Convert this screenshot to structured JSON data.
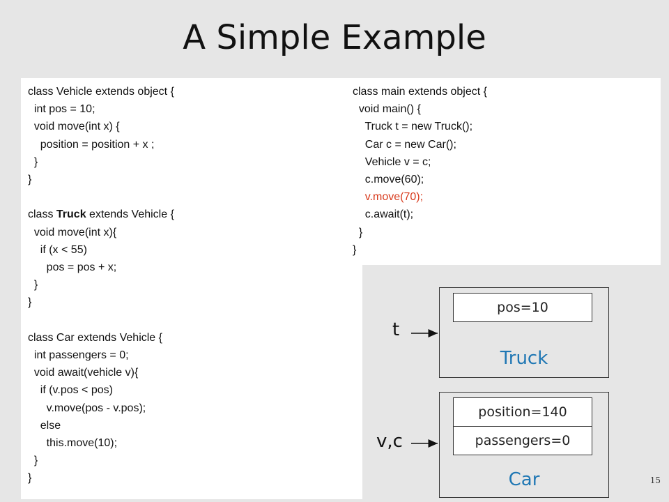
{
  "title": "A Simple Example",
  "left_code": [
    {
      "text": "class Vehicle extends object {"
    },
    {
      "text": "  int pos = 10;"
    },
    {
      "text": "  void move(int x) {"
    },
    {
      "text": "    position = position + x ;"
    },
    {
      "text": "  }"
    },
    {
      "text": "}"
    },
    {
      "text": ""
    },
    {
      "pre": "class ",
      "bold": "Truck",
      "post": " extends Vehicle {"
    },
    {
      "text": "  void move(int x){"
    },
    {
      "text": "    if (x < 55)"
    },
    {
      "text": "      pos = pos + x;"
    },
    {
      "text": "  }"
    },
    {
      "text": "}"
    },
    {
      "text": ""
    },
    {
      "text": "class Car extends Vehicle {"
    },
    {
      "text": "  int passengers = 0;"
    },
    {
      "text": "  void await(vehicle v){"
    },
    {
      "text": "    if (v.pos < pos)"
    },
    {
      "text": "      v.move(pos - v.pos);"
    },
    {
      "text": "    else"
    },
    {
      "text": "      this.move(10);"
    },
    {
      "text": "  }"
    },
    {
      "text": "}"
    }
  ],
  "right_code": [
    {
      "text": "class main extends object {"
    },
    {
      "text": "  void main() {"
    },
    {
      "text": "    Truck t = new Truck();"
    },
    {
      "text": "    Car c = new Car();"
    },
    {
      "text": "    Vehicle v = c;"
    },
    {
      "text": "    c.move(60);"
    },
    {
      "text": "    v.move(70);",
      "highlight": true
    },
    {
      "text": "    c.await(t);"
    },
    {
      "text": "  }"
    },
    {
      "text": "}"
    }
  ],
  "truck_object": {
    "label": "Truck",
    "fields": [
      "pos=10"
    ],
    "var": "t"
  },
  "car_object": {
    "label": "Car",
    "fields": [
      "position=140",
      "passengers=0"
    ],
    "var": "v,c"
  },
  "page_number": "15",
  "colors": {
    "highlight": "#d83a1c",
    "object_label": "#1f77b4"
  }
}
